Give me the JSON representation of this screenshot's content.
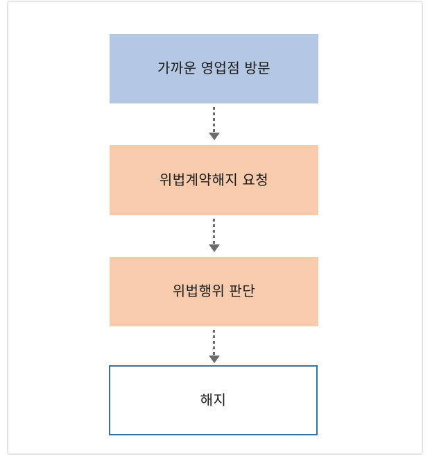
{
  "diagram": {
    "type": "flowchart",
    "direction": "top-down",
    "steps": [
      {
        "label": "가까운 영업점 방문",
        "fill": "#b4c7e3",
        "border": "none"
      },
      {
        "label": "위법계약해지 요청",
        "fill": "#f8cbad",
        "border": "none"
      },
      {
        "label": "위법행위 판단",
        "fill": "#f8cbad",
        "border": "none"
      },
      {
        "label": "해지",
        "fill": "#ffffff",
        "border": "#35719f"
      }
    ],
    "connector": {
      "style": "dashed-down-arrow",
      "color": "#6b6b6b",
      "count": 3
    },
    "frame": {
      "border_color": "#e4e4e4"
    },
    "text_color": "#1a1a1a"
  }
}
